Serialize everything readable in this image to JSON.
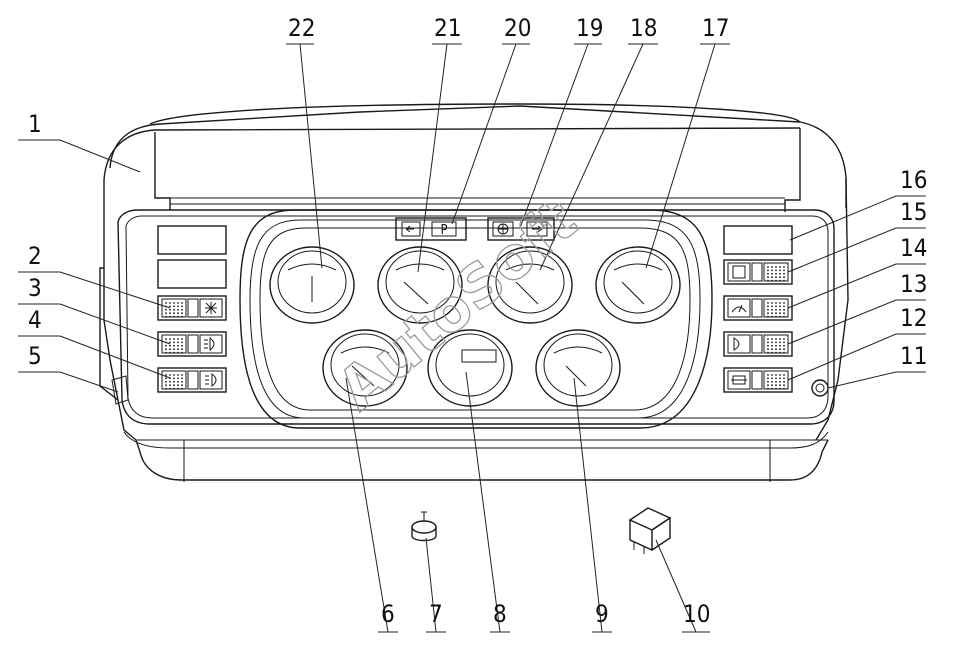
{
  "diagram": {
    "watermark": "AutoSoft",
    "indicator_p": "P",
    "callouts": [
      "1",
      "2",
      "3",
      "4",
      "5",
      "6",
      "7",
      "8",
      "9",
      "10",
      "11",
      "12",
      "13",
      "14",
      "15",
      "16",
      "17",
      "18",
      "19",
      "20",
      "21",
      "22"
    ]
  }
}
